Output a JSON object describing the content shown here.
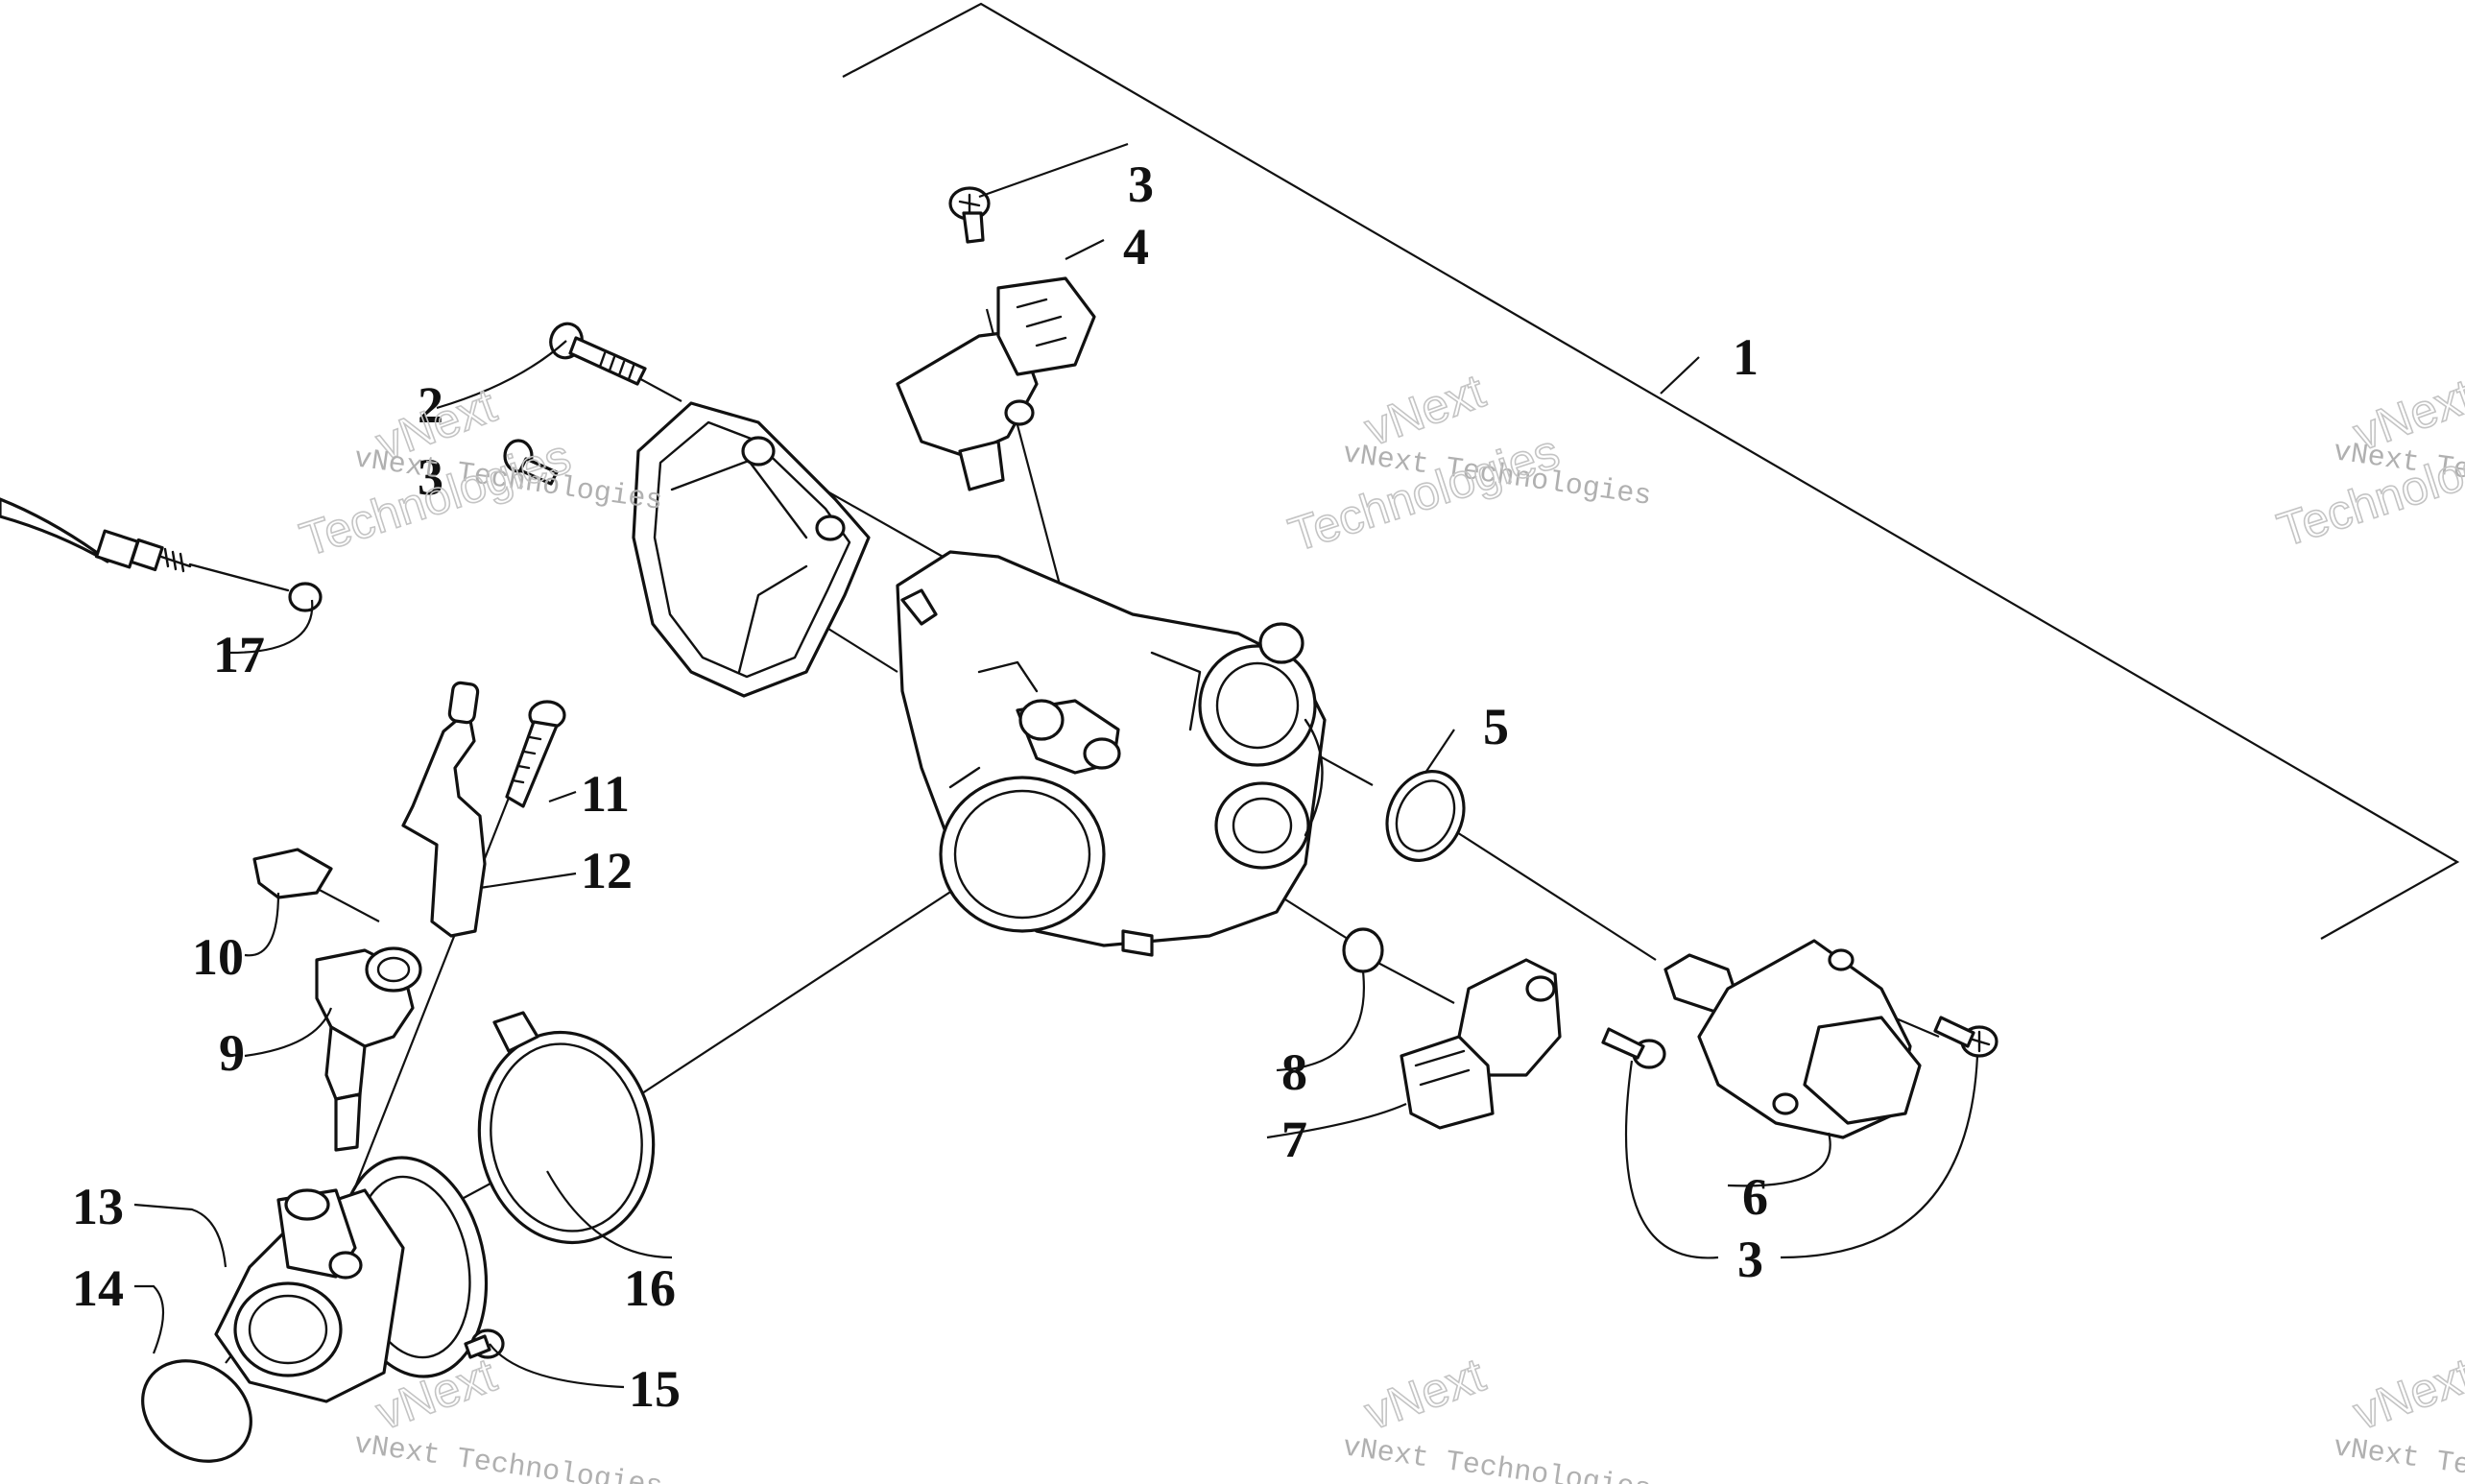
{
  "callouts": {
    "c1": "1",
    "c2": "2",
    "c3a": "3",
    "c3b": "3",
    "c3c": "3",
    "c4": "4",
    "c5": "5",
    "c6": "6",
    "c7": "7",
    "c8": "8",
    "c9": "9",
    "c10": "10",
    "c11": "11",
    "c12": "12",
    "c13": "13",
    "c14": "14",
    "c15": "15",
    "c16": "16",
    "c17": "17"
  },
  "watermark": {
    "brand": "vNext",
    "line1": "vNext Technologies",
    "line2": "Technologies"
  }
}
